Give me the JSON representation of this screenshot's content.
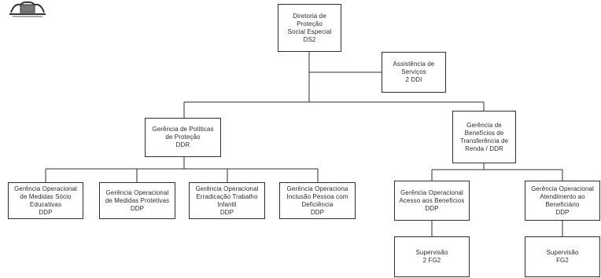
{
  "diagram": {
    "title": "",
    "root": {
      "name": "Diretoria de Proteção\nSocial Especial\nDS2"
    },
    "assistance": {
      "name": "Assistência  de\nServiços\n2 DDI"
    },
    "managements": [
      {
        "name": "Gerência de Políticas\nde Proteção\nDDR"
      },
      {
        "name": "Gerência de\nBenefícios de\nTransferência de\nRenda / DDR"
      }
    ],
    "operational_left": [
      {
        "name": "Gerência Operacional\nde Medidas Sócio\nEducativas\nDDP"
      },
      {
        "name": "Gerência Operacional\nde Medidas Protetivas\nDDP"
      },
      {
        "name": "Gerência Operacional\nErradicação Trabalho\nInfantil\nDDP"
      },
      {
        "name": "Gerência Operaciona\nInclusão Pessoa com\nDeficiência\nDDP"
      }
    ],
    "operational_right": [
      {
        "name": "Gerência Operacional\nAcesso aos Benefícios\nDDP"
      },
      {
        "name": "Gerência Operacional\nAtendimento ao\nBeneficiário\nDDP"
      }
    ],
    "supervisions": [
      {
        "name": "Supervisão\n2 FG2"
      },
      {
        "name": "Supervisão\nFG2"
      }
    ]
  },
  "colors": {
    "line": "#2f2f2f",
    "text": "#2b2b2b"
  }
}
